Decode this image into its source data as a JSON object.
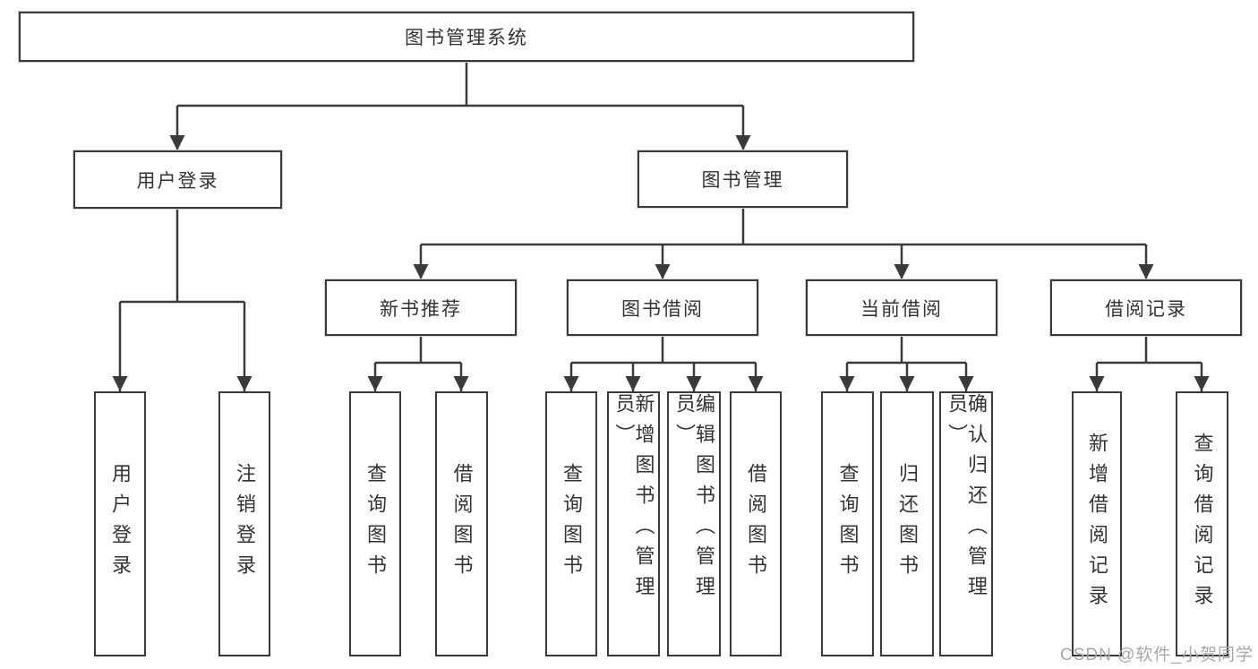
{
  "diagram": {
    "root": {
      "label": "图书管理系统"
    },
    "level2": [
      {
        "label": "用户登录"
      },
      {
        "label": "图书管理"
      }
    ],
    "level3": [
      {
        "label": "新书推荐"
      },
      {
        "label": "图书借阅"
      },
      {
        "label": "当前借阅"
      },
      {
        "label": "借阅记录"
      }
    ],
    "leaves": {
      "user_login": [
        "用户登录",
        "注销登录"
      ],
      "new_books": [
        "查询图书",
        "借阅图书"
      ],
      "book_borrow": [
        "查询图书",
        "新增图书（管理员）",
        "编辑图书（管理员）",
        "借阅图书"
      ],
      "current_borrow": [
        "查询图书",
        "归还图书",
        "确认归还（管理员）"
      ],
      "borrow_records": [
        "新增借阅记录",
        "查询借阅记录"
      ]
    }
  },
  "watermark": "CSDN @软件_小贺同学",
  "colors": {
    "line": "#3a3a3a",
    "text": "#333333",
    "watermark": "#a8a8a8",
    "background": "#ffffff"
  }
}
